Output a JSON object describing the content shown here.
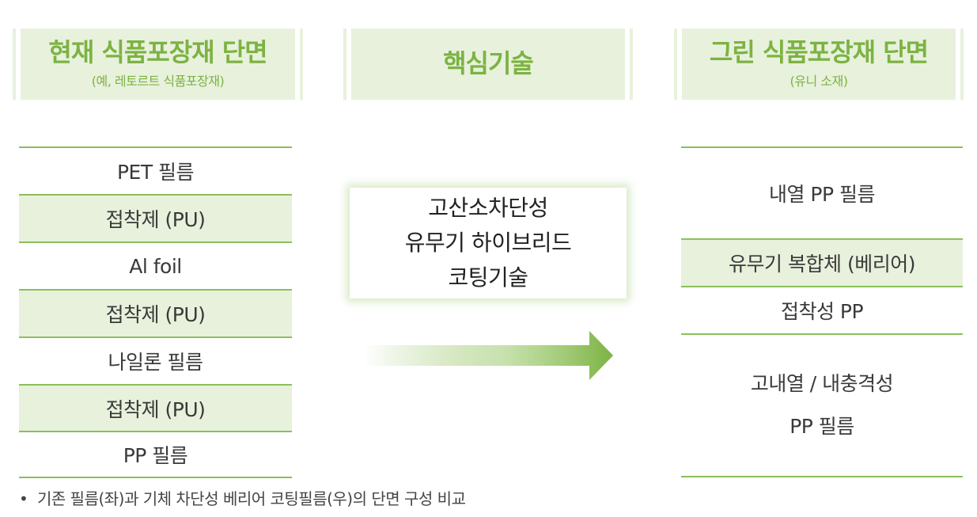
{
  "headers": {
    "left_title": "현재 식품포장재 단면",
    "left_sub": "(예, 레토르트 식품포장재)",
    "center_title": "핵심기술",
    "right_title": "그린 식품포장재 단면",
    "right_sub": "(유니 소재)"
  },
  "left_layers": [
    "PET 필름",
    "접착제 (PU)",
    "Al foil",
    "접착제 (PU)",
    "나일론 필름",
    "접착제 (PU)",
    "PP 필름"
  ],
  "core_tech": [
    "고산소차단성",
    "유무기 하이브리드",
    "코팅기술"
  ],
  "right_layers": {
    "layer1": "내열 PP 필름",
    "layer2": "유무기 복합체 (베리어)",
    "layer3": "접착성 PP",
    "layer4_line1": "고내열 / 내충격성",
    "layer4_line2": "PP 필름"
  },
  "caption": "기존 필름(좌)과 기체 차단성 베리어 코팅필름(우)의 단면 구성 비교",
  "colors": {
    "accent_green": "#7cb342",
    "header_fill": "#e8f1dc",
    "rule_green": "#8bbf5a",
    "arrow_green": "#7cb342"
  }
}
